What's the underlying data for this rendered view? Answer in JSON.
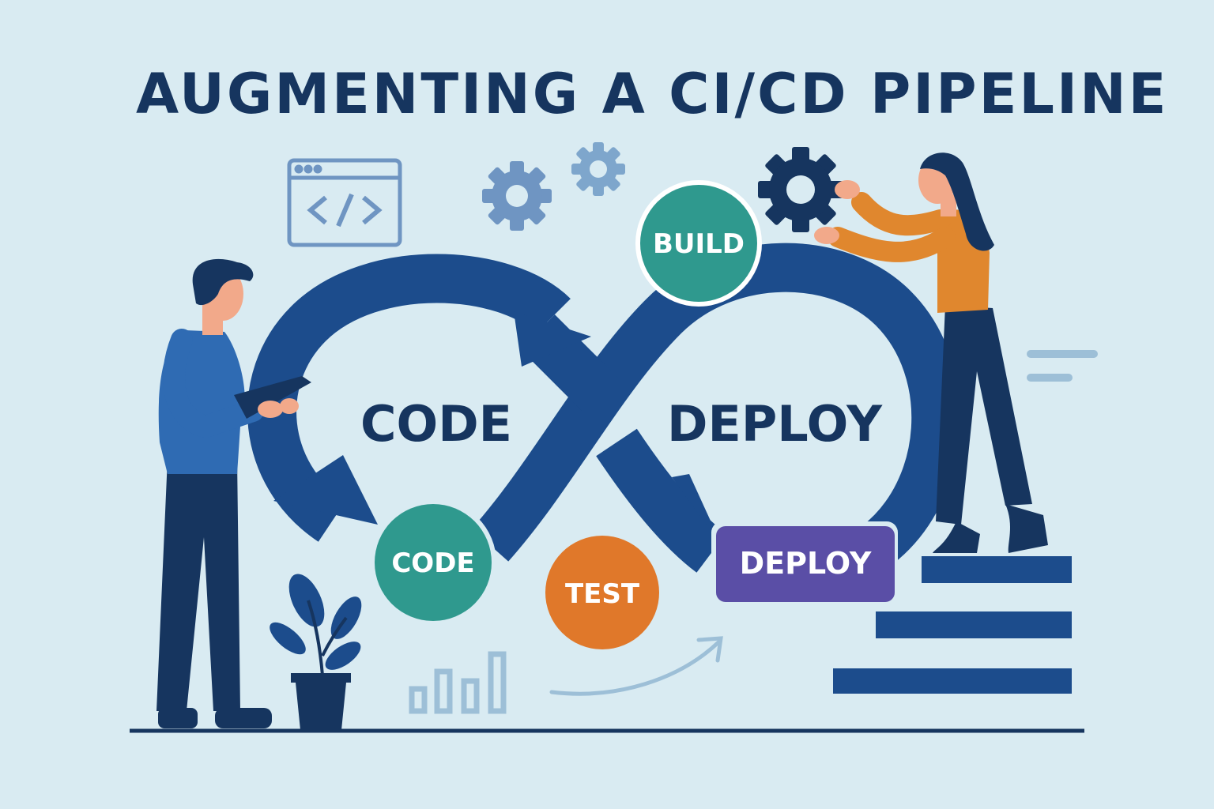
{
  "title": "AUGMENTING A CI/CD PIPELINE",
  "loop": {
    "left_label": "CODE",
    "right_label": "DEPLOY"
  },
  "stages": {
    "build": "BUILD",
    "code": "CODE",
    "test": "TEST",
    "deploy": "DEPLOY"
  },
  "icons": {
    "browser": "code-window-icon",
    "gears": "gear-icon",
    "chart": "bar-chart-icon",
    "trend": "trend-arrow-icon",
    "plant": "plant-icon"
  },
  "colors": {
    "background": "#d9ebf2",
    "navy": "#16355f",
    "loop_blue": "#1c4c8c",
    "teal": "#2f998e",
    "orange": "#e0782a",
    "purple": "#5a4ea6",
    "light_blue": "#9dbfd7"
  }
}
